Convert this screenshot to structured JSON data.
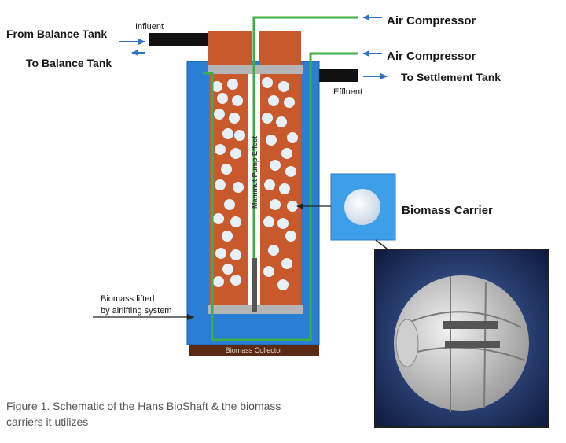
{
  "labels": {
    "from_balance_tank": "From Balance Tank",
    "to_balance_tank": "To Balance Tank",
    "influent": "Influent",
    "air_compressor_1": "Air Compressor",
    "air_compressor_2": "Air Compressor",
    "to_settlement_tank": "To Settlement Tank",
    "effluent": "Effluent",
    "mammut_pump_effect": "Mammut Pump Effect",
    "biomass_carrier": "Biomass Carrier",
    "biomass_lifted_line1": "Biomass lifted",
    "biomass_lifted_line2": "by airlifting system",
    "biomass_collector": "Biomass Collector"
  },
  "caption": {
    "line1": "Figure 1. Schematic of the Hans BioShaft & the biomass",
    "line2": "carriers it utilizes"
  },
  "colors": {
    "tank_blue": "#2a7fd4",
    "media_orange": "#c8592c",
    "pipe_green": "#3fae49",
    "arrow_blue": "#2f72c2",
    "collector_brown": "#5a2a14",
    "plate_gray": "#b0b0b0"
  }
}
